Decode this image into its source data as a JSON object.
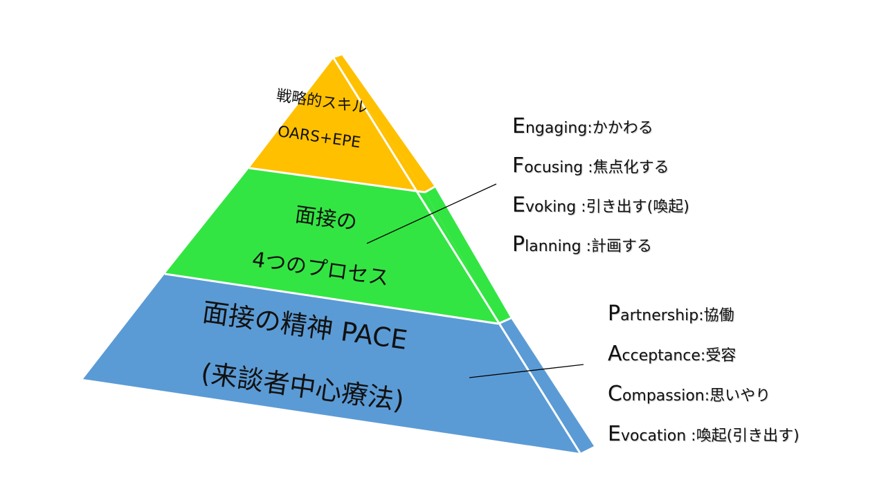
{
  "colors": {
    "top": "#FFC000",
    "middle": "#33E542",
    "bottom": "#5B9BD5",
    "divider": "#FFFFFF",
    "line": "#000000"
  },
  "pyramid": {
    "top": {
      "line1": "戦略的スキル",
      "line2": "OARS+EPE"
    },
    "middle": {
      "line1": "面接の",
      "line2": "4つのプロセス"
    },
    "bottom": {
      "line1": "面接の精神 PACE",
      "line2": "(来談者中心療法)"
    }
  },
  "processes": [
    {
      "initial": "E",
      "rest": "ngaging",
      "desc": ":かかわる"
    },
    {
      "initial": "F",
      "rest": "ocusing",
      "desc": " :焦点化する"
    },
    {
      "initial": "E",
      "rest": "voking",
      "desc": "  :引き出す(喚起)"
    },
    {
      "initial": "P",
      "rest": "lanning",
      "desc": " :計画する"
    }
  ],
  "pace": [
    {
      "initial": "P",
      "rest": "artnership",
      "desc": ":協働"
    },
    {
      "initial": "A",
      "rest": "cceptance",
      "desc": ":受容"
    },
    {
      "initial": "C",
      "rest": "ompassion",
      "desc": ":思いやり"
    },
    {
      "initial": "E",
      "rest": "vocation",
      "desc": "   :喚起(引き出す)"
    }
  ]
}
